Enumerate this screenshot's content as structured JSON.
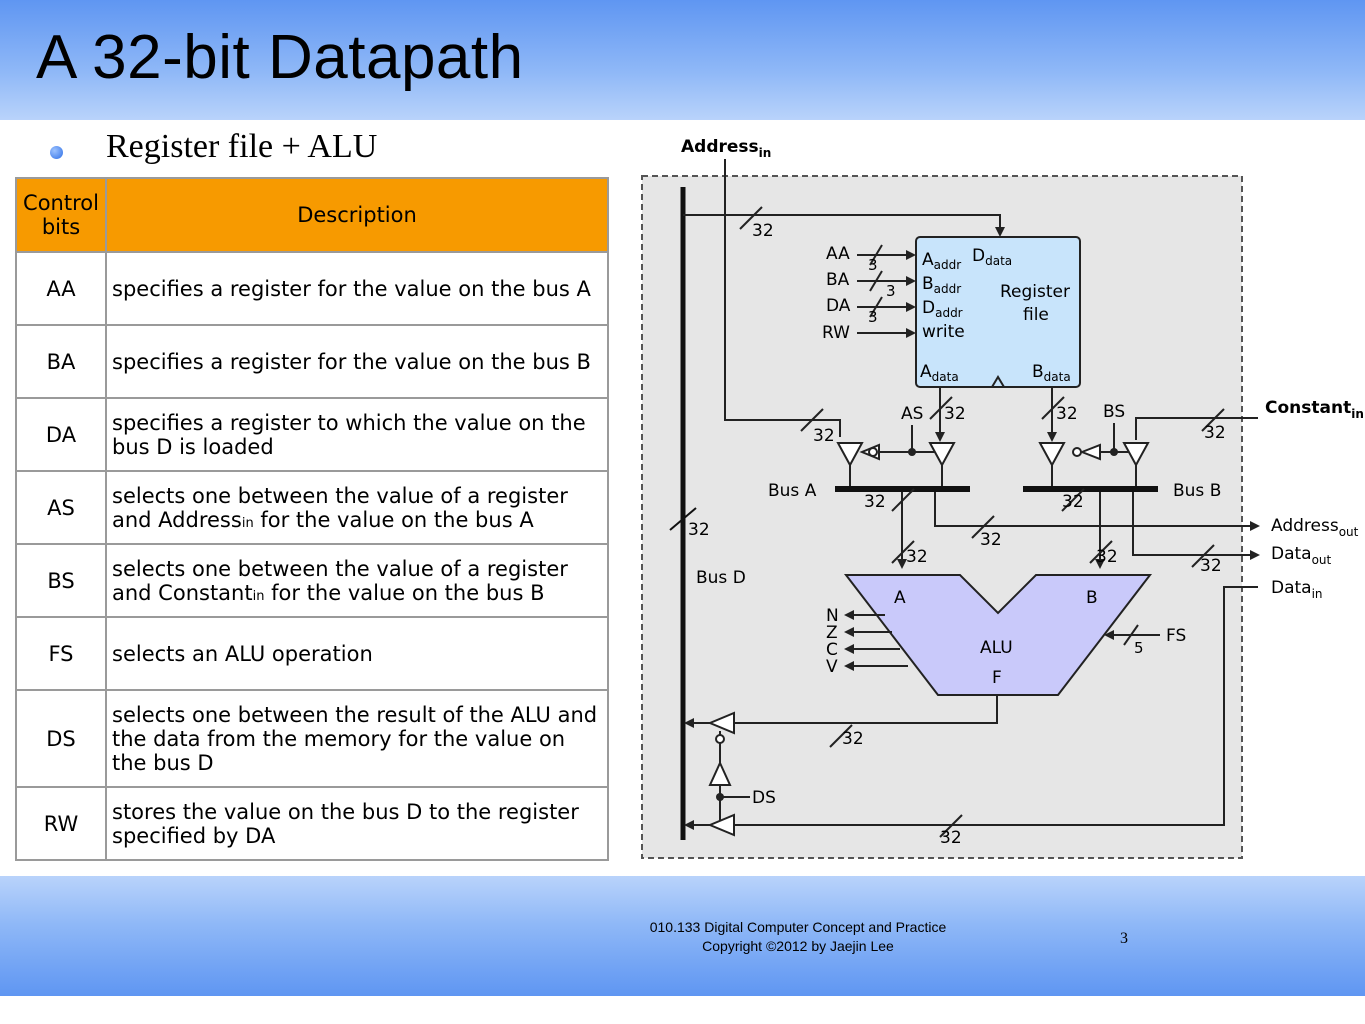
{
  "slide": {
    "title": "A 32-bit Datapath",
    "bullet": "Register file + ALU"
  },
  "table": {
    "headers": [
      "Control bits",
      "Description"
    ],
    "rows": [
      {
        "code": "AA",
        "desc": "specifies a register for the value on the bus A"
      },
      {
        "code": "BA",
        "desc": "specifies a register for the value on the bus B"
      },
      {
        "code": "DA",
        "desc": "specifies a register to which the value on the bus D is loaded"
      },
      {
        "code": "AS",
        "desc_pre": "selects one between the value of a register and Address",
        "desc_sub": "in",
        "desc_post": " for the value on the bus A"
      },
      {
        "code": "BS",
        "desc_pre": "selects one between the value of a register and Constant",
        "desc_sub": "in",
        "desc_post": " for the value on the bus B"
      },
      {
        "code": "FS",
        "desc": "selects an ALU operation"
      },
      {
        "code": "DS",
        "desc": "selects one between the result of the ALU and the data from the memory for the value on the bus D"
      },
      {
        "code": "RW",
        "desc": "stores the value on the bus D to the register specified by DA"
      }
    ]
  },
  "diagram": {
    "address_in": {
      "main": "Address",
      "sub": "in"
    },
    "constant_in": {
      "main": "Constant",
      "sub": "in"
    },
    "address_out": {
      "main": "Address",
      "sub": "out"
    },
    "data_out": {
      "main": "Data",
      "sub": "out"
    },
    "data_in": {
      "main": "Data",
      "sub": "in"
    },
    "regfile": {
      "aaddr": {
        "main": "A",
        "sub": "addr"
      },
      "baddr": {
        "main": "B",
        "sub": "addr"
      },
      "daddr": {
        "main": "D",
        "sub": "addr"
      },
      "ddata": {
        "main": "D",
        "sub": "data"
      },
      "adata": {
        "main": "A",
        "sub": "data"
      },
      "bdata": {
        "main": "B",
        "sub": "data"
      },
      "write": "write",
      "title1": "Register",
      "title2": "file"
    },
    "inputs": [
      "AA",
      "BA",
      "DA",
      "RW"
    ],
    "width3": "3",
    "width32": "32",
    "width5": "5",
    "as": "AS",
    "bs": "BS",
    "fs": "FS",
    "ds": "DS",
    "bus_a": "Bus A",
    "bus_b": "Bus B",
    "bus_d": "Bus D",
    "alu": {
      "a": "A",
      "b": "B",
      "name": "ALU",
      "f": "F"
    },
    "flags": [
      "N",
      "Z",
      "C",
      "V"
    ]
  },
  "footer": {
    "line1": "010.133 Digital Computer Concept and Practice",
    "line2": "Copyright ©2012 by Jaejin Lee",
    "page": "3"
  }
}
